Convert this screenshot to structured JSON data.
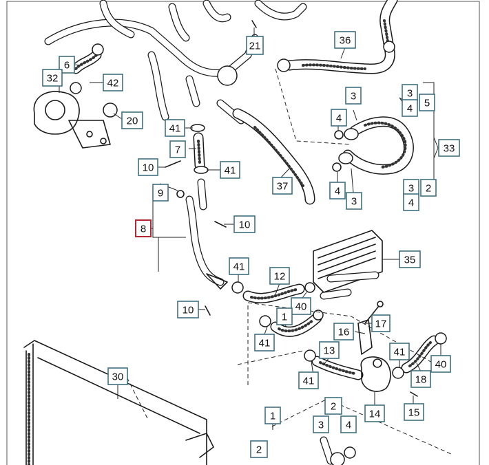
{
  "diagram": {
    "callouts": [
      {
        "id": "c21",
        "label": "21"
      },
      {
        "id": "c36",
        "label": "36"
      },
      {
        "id": "c6",
        "label": "6"
      },
      {
        "id": "c32",
        "label": "32"
      },
      {
        "id": "c42",
        "label": "42"
      },
      {
        "id": "c20",
        "label": "20"
      },
      {
        "id": "c3a",
        "label": "3"
      },
      {
        "id": "c3b",
        "label": "3"
      },
      {
        "id": "c4a",
        "label": "4"
      },
      {
        "id": "c5",
        "label": "5"
      },
      {
        "id": "c4b",
        "label": "4"
      },
      {
        "id": "c41a",
        "label": "41"
      },
      {
        "id": "c7",
        "label": "7"
      },
      {
        "id": "c33",
        "label": "33"
      },
      {
        "id": "c10a",
        "label": "10"
      },
      {
        "id": "c41b",
        "label": "41"
      },
      {
        "id": "c9",
        "label": "9"
      },
      {
        "id": "c37",
        "label": "37"
      },
      {
        "id": "c4c",
        "label": "4"
      },
      {
        "id": "c3c",
        "label": "3"
      },
      {
        "id": "c3d",
        "label": "3"
      },
      {
        "id": "c2a",
        "label": "2"
      },
      {
        "id": "c4d",
        "label": "4"
      },
      {
        "id": "c8",
        "label": "8",
        "selected": true
      },
      {
        "id": "c10b",
        "label": "10"
      },
      {
        "id": "c35",
        "label": "35"
      },
      {
        "id": "c41c",
        "label": "41"
      },
      {
        "id": "c12",
        "label": "12"
      },
      {
        "id": "c40a",
        "label": "40"
      },
      {
        "id": "c10c",
        "label": "10"
      },
      {
        "id": "c1a",
        "label": "1"
      },
      {
        "id": "c17",
        "label": "17"
      },
      {
        "id": "c16",
        "label": "16"
      },
      {
        "id": "c41d",
        "label": "41"
      },
      {
        "id": "c13",
        "label": "13"
      },
      {
        "id": "c41e",
        "label": "41"
      },
      {
        "id": "c40b",
        "label": "40"
      },
      {
        "id": "c30",
        "label": "30"
      },
      {
        "id": "c41f",
        "label": "41"
      },
      {
        "id": "c18",
        "label": "18"
      },
      {
        "id": "c14",
        "label": "14"
      },
      {
        "id": "c15",
        "label": "15"
      },
      {
        "id": "c2b",
        "label": "2"
      },
      {
        "id": "c1b",
        "label": "1"
      },
      {
        "id": "c3e",
        "label": "3"
      },
      {
        "id": "c4e",
        "label": "4"
      },
      {
        "id": "c2c",
        "label": "2"
      }
    ]
  }
}
